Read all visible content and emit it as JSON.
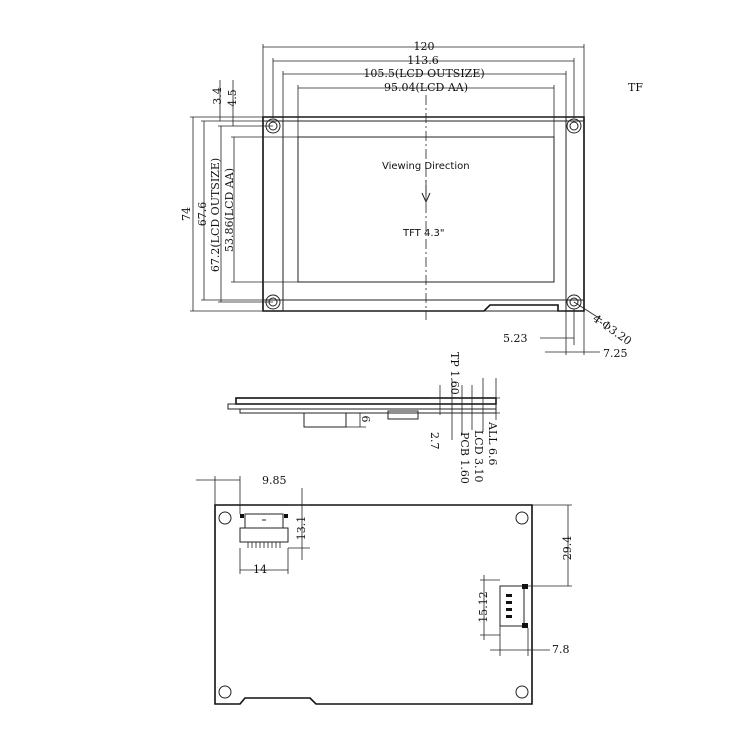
{
  "top_view": {
    "dim_120": "120",
    "dim_113_6": "113.6",
    "dim_105_5": "105.5(LCD OUTSIZE)",
    "dim_95_04": "95.04(LCD AA)",
    "dim_3_4": "3.4",
    "dim_4_5": "4.5",
    "dim_74": "74",
    "dim_67_6": "67.6",
    "dim_67_2": "67.2(LCD OUTSIZE)",
    "dim_53_86": "53.86(LCD AA)",
    "viewing_direction": "Viewing Direction",
    "tft_label": "TFT 4.3\"",
    "hole_callout": "4-Φ3.20",
    "dim_5_23": "5.23",
    "dim_7_25": "7.25",
    "edge_label": "TF"
  },
  "side_view": {
    "dim_tp": "TP 1.60",
    "dim_6": "6",
    "dim_2_7": "2.7",
    "dim_pcb": "PCB 1.60",
    "dim_lcd": "LCD 3.10",
    "dim_all": "ALL 6.6"
  },
  "bottom_view": {
    "dim_9_85": "9.85",
    "dim_13_1": "13.1",
    "dim_14": "14",
    "dim_29_4": "29.4",
    "dim_15_12": "15.12",
    "dim_7_8": "7.8"
  }
}
